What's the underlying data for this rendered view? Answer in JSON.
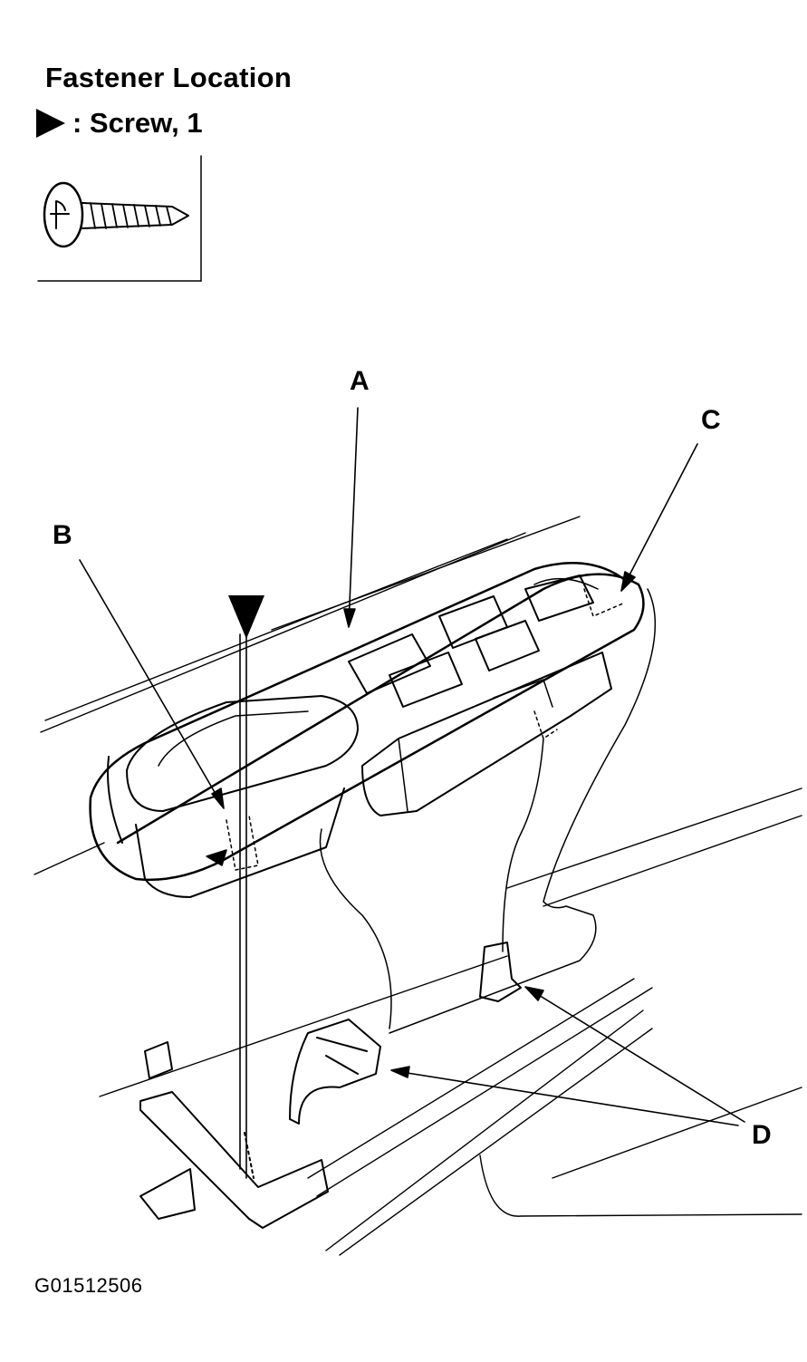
{
  "figure": {
    "title": "Fastener Location",
    "legend": {
      "symbol": "black-triangle",
      "text": ": Screw, 1"
    },
    "callouts": {
      "a": "A",
      "b": "B",
      "c": "C",
      "d": "D"
    },
    "figure_id": "G01512506"
  },
  "colors": {
    "line": "#000000",
    "background": "#ffffff"
  }
}
